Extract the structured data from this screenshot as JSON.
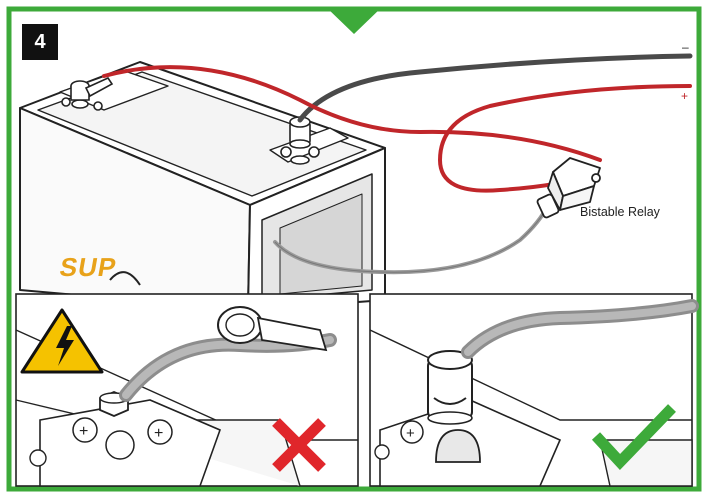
{
  "step": {
    "number": "4"
  },
  "labels": {
    "relay": "Bistable Relay",
    "negative": "–",
    "positive": "+",
    "brand_partial": "SUP"
  },
  "colors": {
    "frame_green": "#3daa3a",
    "wire_red": "#c0262a",
    "wire_black": "#4a4a4a",
    "wire_gray": "#9a9a9a",
    "cross_red": "#e0262b",
    "check_green": "#3daa3a",
    "warning_yellow": "#f5c200",
    "brand_orange": "#e8a21a"
  },
  "panels": [
    {
      "name": "incorrect",
      "icon": "cross-icon"
    },
    {
      "name": "correct",
      "icon": "checkmark-icon"
    }
  ]
}
